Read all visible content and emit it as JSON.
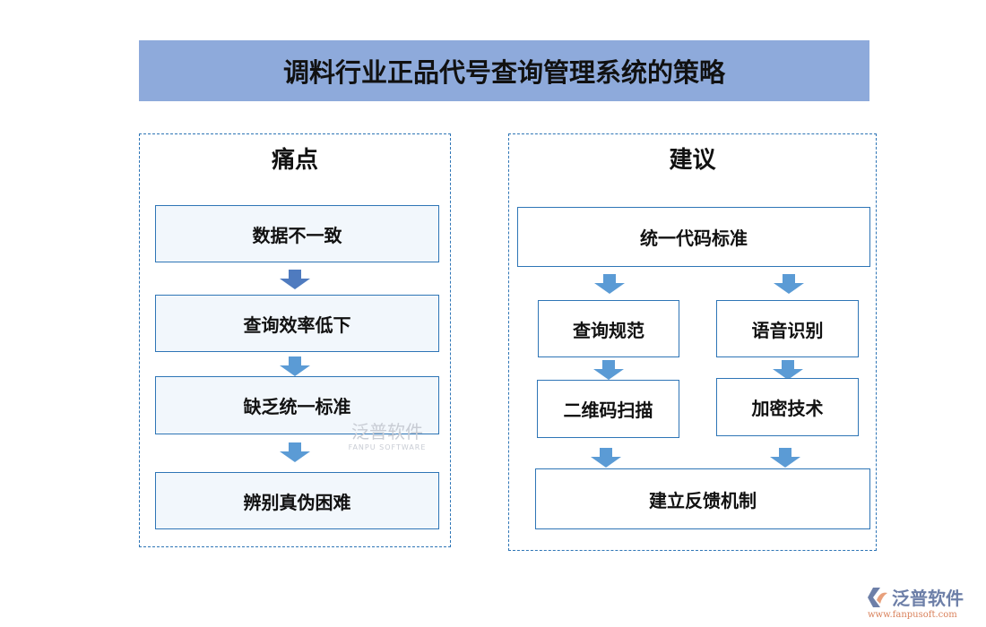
{
  "title": "调料行业正品代号查询管理系统的策略",
  "left": {
    "heading": "痛点",
    "items": [
      "数据不一致",
      "查询效率低下",
      "缺乏统一标准",
      "辨别真伪困难"
    ]
  },
  "right": {
    "heading": "建议",
    "top": "统一代码标准",
    "col1": [
      "查询规范",
      "二维码扫描"
    ],
    "col2": [
      "语音识别",
      "加密技术"
    ],
    "bottom": "建立反馈机制"
  },
  "watermark": {
    "name": "泛普软件",
    "sub": "FANPU SOFTWARE"
  },
  "logo": {
    "name": "泛普软件",
    "url": "www.fanpusoft.com"
  },
  "colors": {
    "title_bg": "#8eaadb",
    "border": "#2e75b6",
    "arrow": "#5b9bd5",
    "arrow_first": "#4f7bbf",
    "box_fill": "#f2f7fc"
  }
}
